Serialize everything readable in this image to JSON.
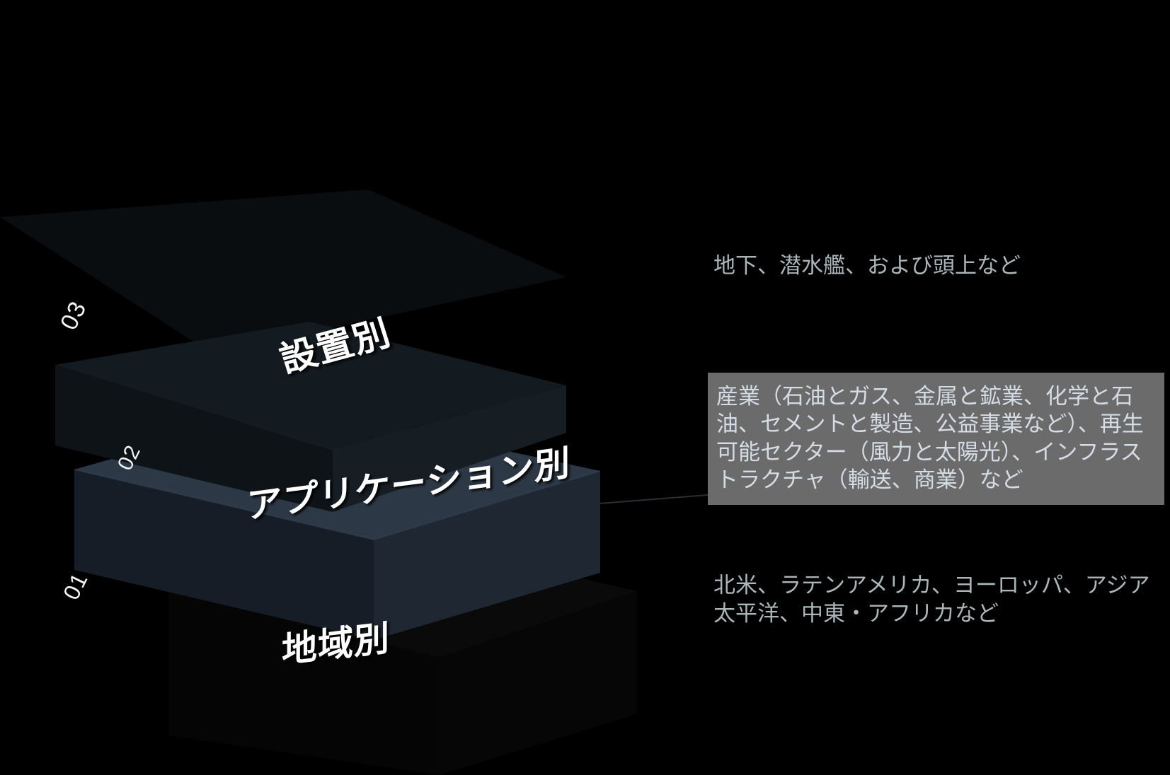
{
  "background_color": "#000000",
  "diagram": {
    "type": "stacked-3d-layers",
    "layers": [
      {
        "number": "03",
        "label": "設置別",
        "top_face_color": "#0b0e11",
        "front_face_color": "#151c22",
        "side_face_color": "#10161b",
        "description": "地下、潜水艦、および頭上など",
        "highlighted": false
      },
      {
        "number": "02",
        "label": "アプリケーション別",
        "top_face_color": "#2c3845",
        "front_face_color": "#1e2732",
        "side_face_color": "#151c26",
        "description": "産業（石油とガス、金属と鉱業、化学と石油、セメントと製造、公益事業など）、再生可能セクター（風力と太陽光）、インフラストラクチャ（輸送、商業）など",
        "highlighted": true,
        "highlight_color": "#6b6b6b"
      },
      {
        "number": "01",
        "label": "地域別",
        "top_face_color": "#0a0a0a",
        "front_face_color": "#060606",
        "side_face_color": "#030303",
        "description": "北米、ラテンアメリカ、ヨーロッパ、アジア太平洋、中東・アフリカなど",
        "highlighted": false
      }
    ]
  },
  "colors": {
    "label_text": "#ffffff",
    "number_text": "#f2f4f6",
    "description_text": "#a9b6ba",
    "highlight_box_bg": "#6b6b6b",
    "highlight_box_text": "#d4dde6"
  }
}
